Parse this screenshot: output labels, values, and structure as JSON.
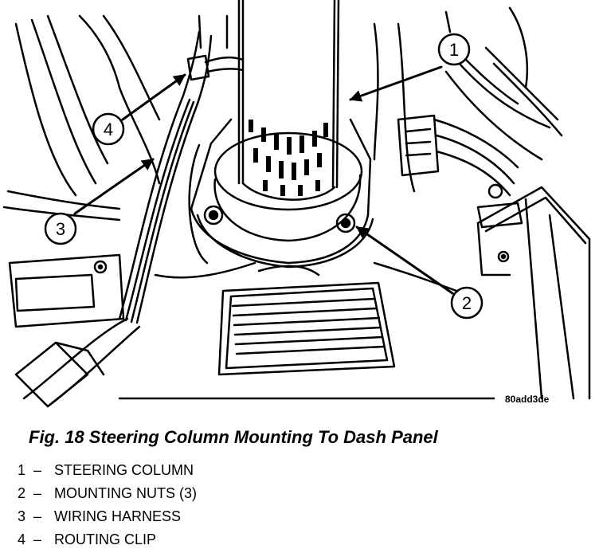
{
  "figure": {
    "image_id": "80add3de",
    "caption": "Fig. 18 Steering Column Mounting To Dash Panel"
  },
  "callouts": [
    "1",
    "2",
    "3",
    "4"
  ],
  "legend": [
    {
      "num": "1",
      "sep": "–",
      "label": "STEERING COLUMN"
    },
    {
      "num": "2",
      "sep": "–",
      "label": "MOUNTING NUTS (3)"
    },
    {
      "num": "3",
      "sep": "–",
      "label": "WIRING HARNESS"
    },
    {
      "num": "4",
      "sep": "–",
      "label": "ROUTING CLIP"
    }
  ]
}
